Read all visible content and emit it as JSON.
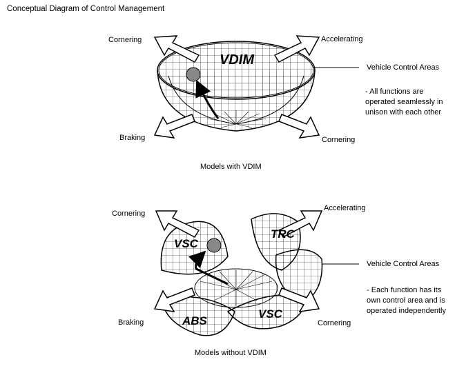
{
  "title": "Conceptual Diagram of Control Management",
  "top": {
    "center_label": "VDIM",
    "arrows": {
      "top_left": "Cornering",
      "top_right": "Accelerating",
      "bottom_left": "Braking",
      "bottom_right": "Cornering"
    },
    "area_label": "Vehicle Control Areas",
    "note": "- All functions are\noperated seamlessly in\nunison with each other",
    "caption": "Models with VDIM"
  },
  "bottom": {
    "area_labels": [
      "VSC",
      "TRC",
      "ABS",
      "VSC"
    ],
    "arrows": {
      "top_left": "Cornering",
      "top_right": "Accelerating",
      "bottom_left": "Braking",
      "bottom_right": "Cornering"
    },
    "area_label": "Vehicle Control Areas",
    "note": "- Each function has its\nown control area and is\noperated independently",
    "caption": "Models without VDIM"
  }
}
